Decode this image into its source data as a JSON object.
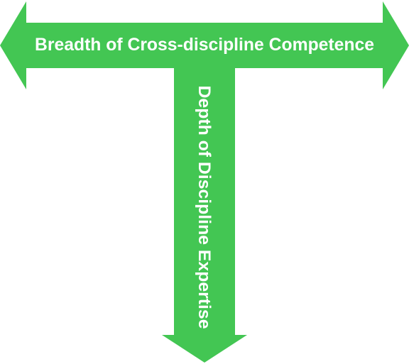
{
  "colors": {
    "arrow_fill": "#43c653",
    "text": "#ffffff",
    "background": "#ffffff"
  },
  "arrows": {
    "horizontal": {
      "direction": "bidirectional-left-right",
      "label": "Breadth of Cross-discipline Competence"
    },
    "vertical": {
      "direction": "down",
      "label": "Depth of Discipline Expertise"
    }
  }
}
